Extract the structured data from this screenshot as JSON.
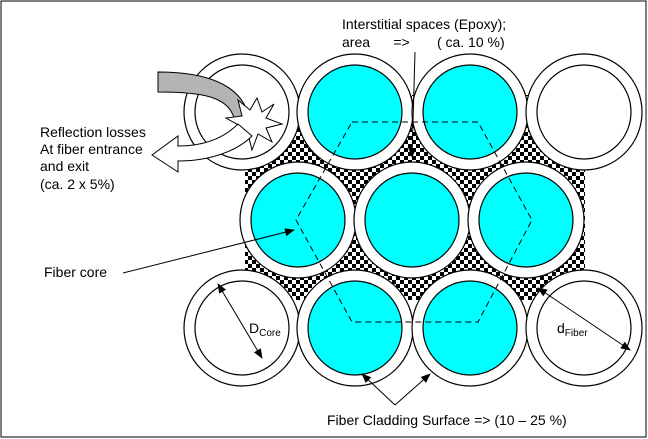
{
  "labels": {
    "interstitial_line1": "Interstitial spaces (Epoxy);",
    "interstitial_line2": "area      =>       ( ca. 10 %)",
    "reflection_line1": "Reflection losses",
    "reflection_line2": "At fiber entrance",
    "reflection_line3": "and exit",
    "reflection_line4": "(ca. 2 x 5%)",
    "fiber_core": "Fiber core",
    "d_core_main": "D",
    "d_core_sub": "Core",
    "d_fiber_main": "d",
    "d_fiber_sub": "Fiber",
    "cladding_surface": "Fiber Cladding Surface  => (10 – 25 %)"
  },
  "colors": {
    "core": "#00FFFF",
    "cladding": "#FFFFFF",
    "outline": "#000000",
    "arrow_gray": "#B4B4B4",
    "epoxy_checker": "#000000"
  },
  "fibers": [
    {
      "id": "row1-col1",
      "core": "empty"
    },
    {
      "id": "row1-col2",
      "core": "cyan"
    },
    {
      "id": "row1-col3",
      "core": "cyan"
    },
    {
      "id": "row1-col4",
      "core": "empty"
    },
    {
      "id": "row2-col1",
      "core": "cyan"
    },
    {
      "id": "row2-col2",
      "core": "cyan"
    },
    {
      "id": "row2-col3",
      "core": "cyan"
    },
    {
      "id": "row3-col1",
      "core": "empty"
    },
    {
      "id": "row3-col2",
      "core": "cyan"
    },
    {
      "id": "row3-col3",
      "core": "cyan"
    },
    {
      "id": "row3-col4",
      "core": "empty"
    }
  ]
}
